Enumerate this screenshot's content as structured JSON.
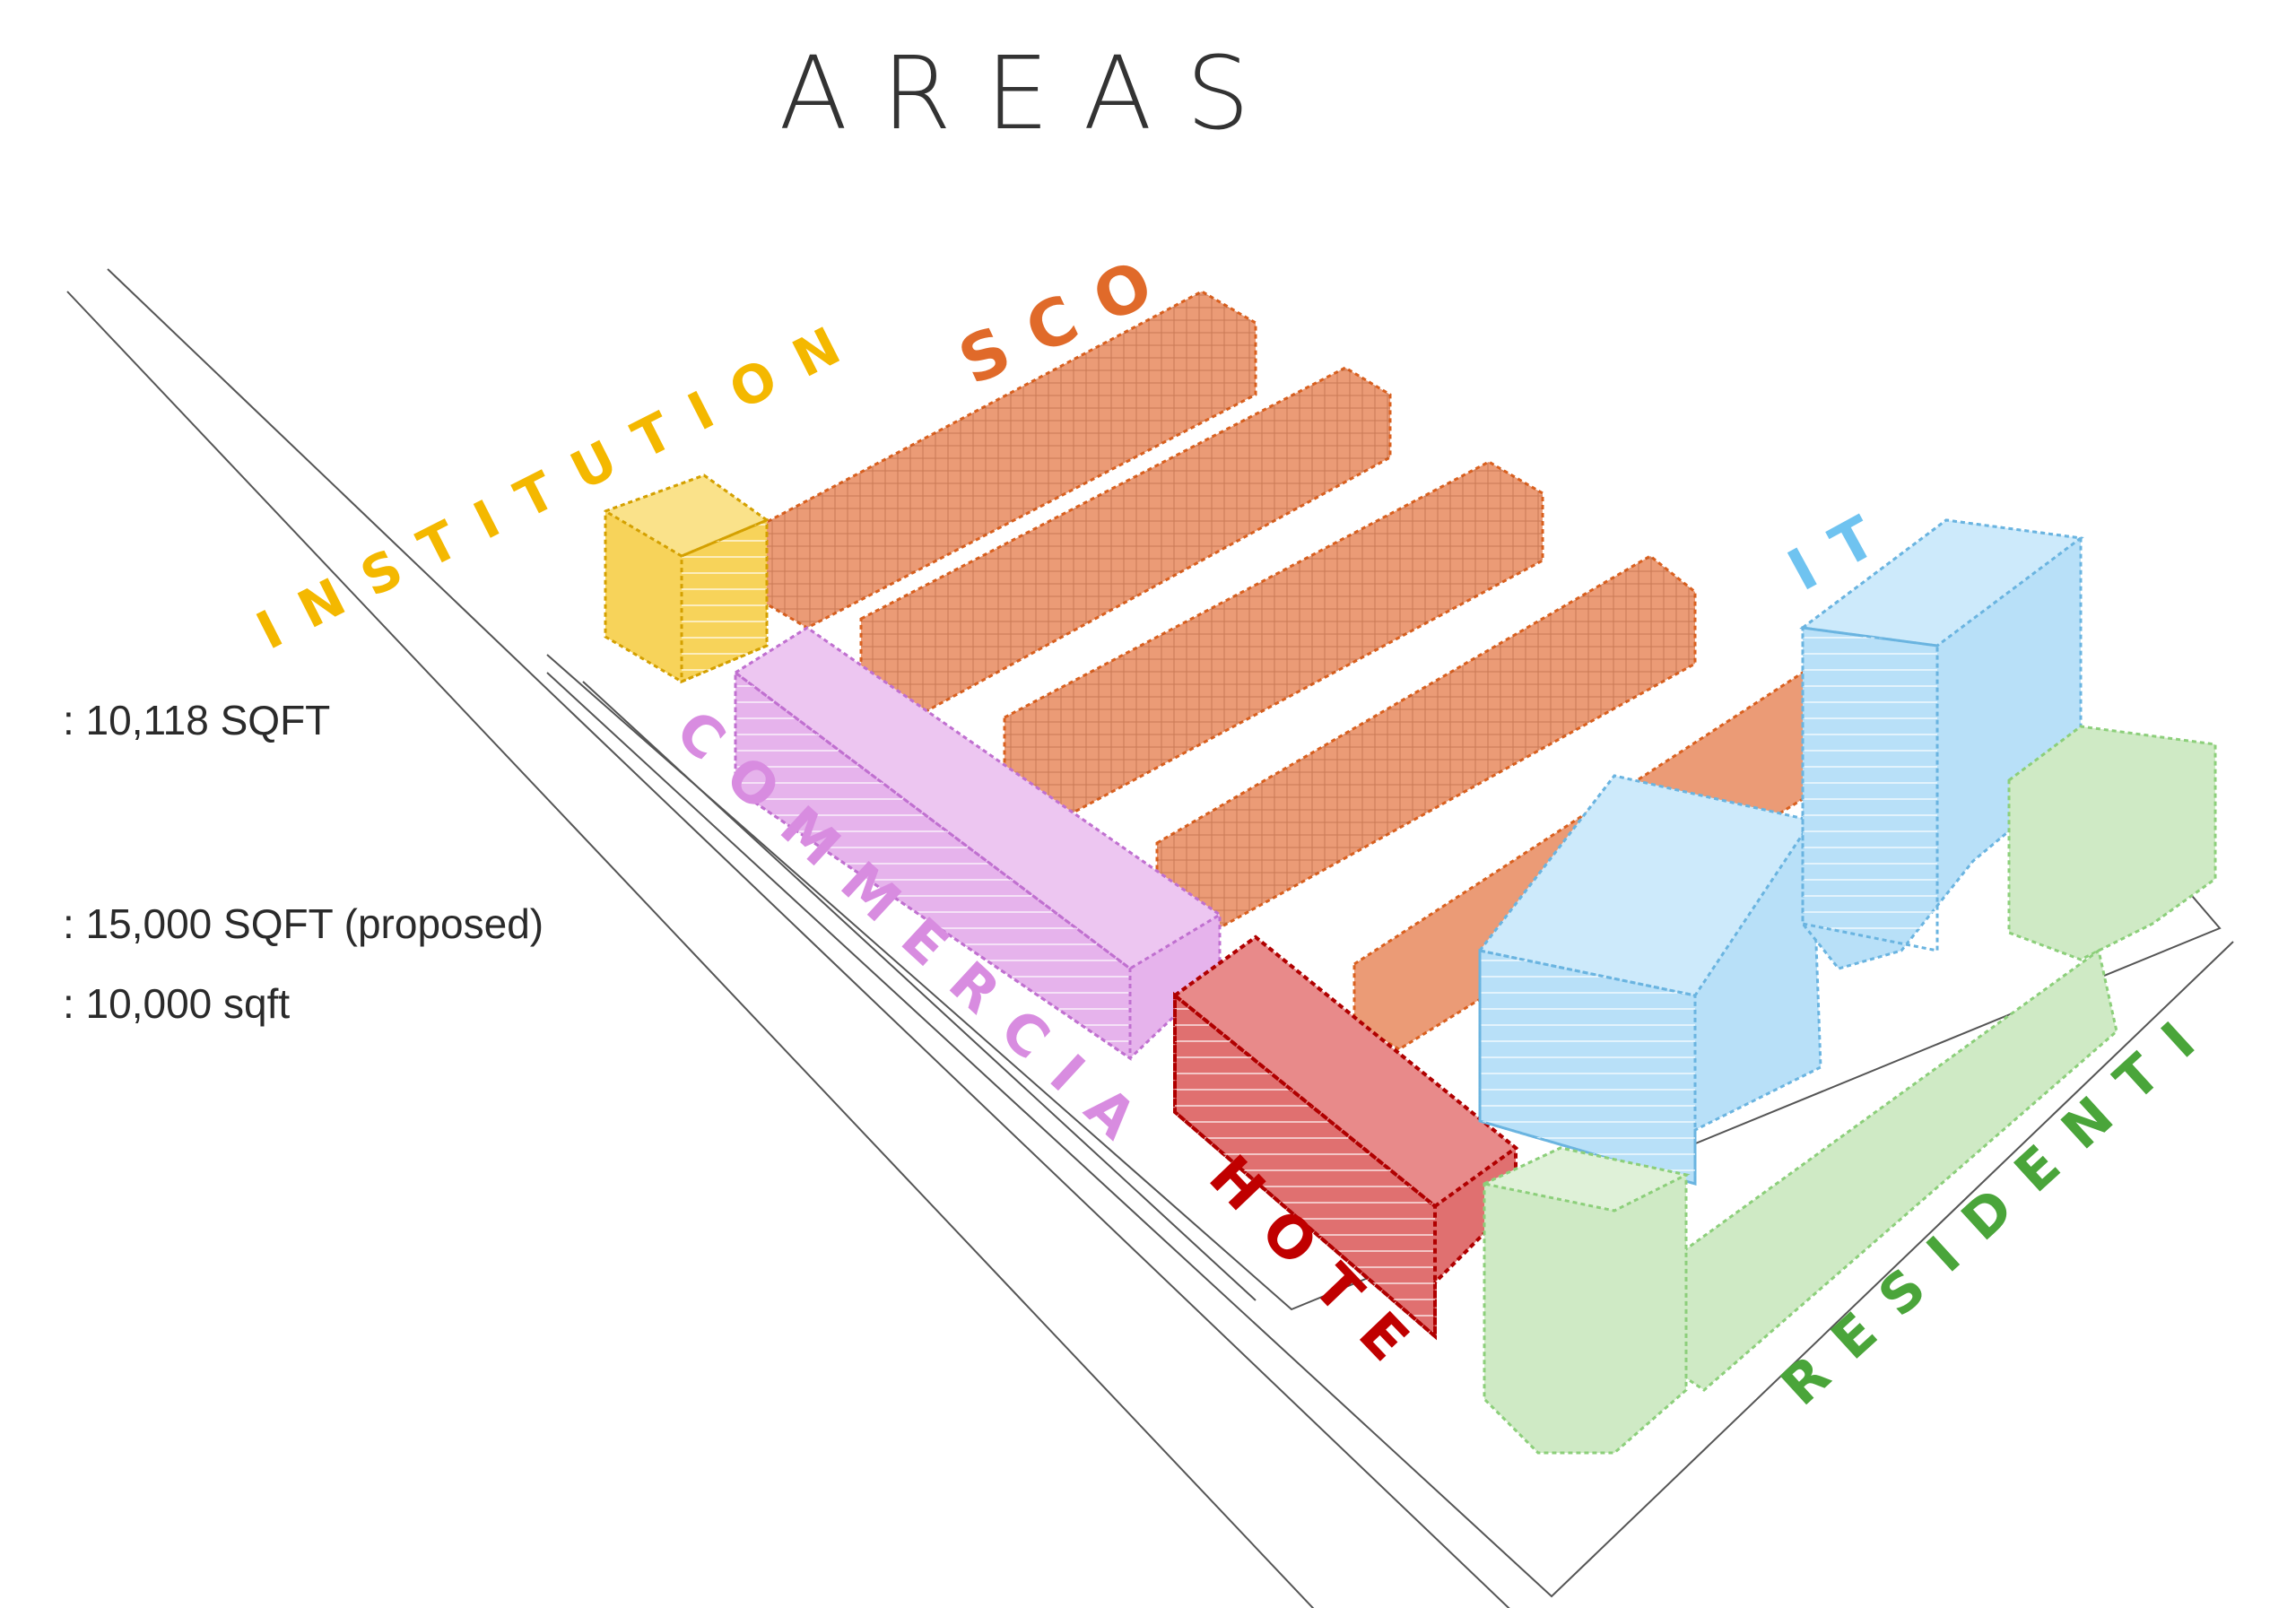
{
  "title": "AREAS",
  "colors": {
    "institutional": "#f4c20d",
    "sco": "#e0703a",
    "commercial": "#d58ee0",
    "hotel": "#c00000",
    "it": "#6fc3f0",
    "residential": "#4aa53a"
  },
  "zones": {
    "institutional": "INSTITUTIONAL",
    "sco": "SCO",
    "commercial": "COMMERCIAL",
    "hotel": "HOTEL",
    "it": "IT",
    "residential": "RESIDENTIAL"
  },
  "notes": [
    ": 10,118 SQFT",
    ": 15,000 SQFT (proposed)",
    ": 10,000 sqft"
  ]
}
